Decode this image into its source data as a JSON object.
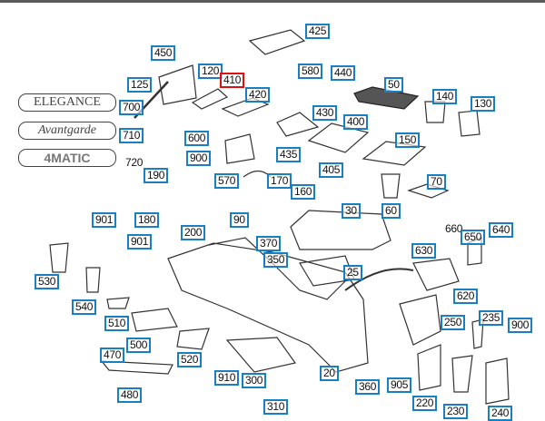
{
  "diagram": {
    "selected_part": "410",
    "emblems": [
      "ELEGANCE",
      "Avantgarde",
      "4MATIC"
    ],
    "callouts": [
      {
        "label": "425",
        "boxed": true
      },
      {
        "label": "450",
        "boxed": true
      },
      {
        "label": "120",
        "boxed": true
      },
      {
        "label": "410",
        "boxed": true,
        "selected": true
      },
      {
        "label": "580",
        "boxed": true
      },
      {
        "label": "440",
        "boxed": true
      },
      {
        "label": "125",
        "boxed": true
      },
      {
        "label": "700",
        "boxed": true
      },
      {
        "label": "420",
        "boxed": true
      },
      {
        "label": "50",
        "boxed": true
      },
      {
        "label": "140",
        "boxed": true
      },
      {
        "label": "130",
        "boxed": true
      },
      {
        "label": "430",
        "boxed": true
      },
      {
        "label": "400",
        "boxed": true
      },
      {
        "label": "710",
        "boxed": true
      },
      {
        "label": "600",
        "boxed": true
      },
      {
        "label": "435",
        "boxed": true
      },
      {
        "label": "150",
        "boxed": true
      },
      {
        "label": "720",
        "boxed": false
      },
      {
        "label": "900",
        "boxed": true
      },
      {
        "label": "405",
        "boxed": true
      },
      {
        "label": "190",
        "boxed": true
      },
      {
        "label": "570",
        "boxed": true
      },
      {
        "label": "170",
        "boxed": true
      },
      {
        "label": "160",
        "boxed": true
      },
      {
        "label": "70",
        "boxed": true
      },
      {
        "label": "180",
        "boxed": true
      },
      {
        "label": "90",
        "boxed": true
      },
      {
        "label": "30",
        "boxed": true
      },
      {
        "label": "60",
        "boxed": true
      },
      {
        "label": "901",
        "boxed": true
      },
      {
        "label": "200",
        "boxed": true
      },
      {
        "label": "370",
        "boxed": true
      },
      {
        "label": "660",
        "boxed": false
      },
      {
        "label": "650",
        "boxed": true
      },
      {
        "label": "640",
        "boxed": true
      },
      {
        "label": "901",
        "boxed": true
      },
      {
        "label": "630",
        "boxed": true
      },
      {
        "label": "350",
        "boxed": true
      },
      {
        "label": "530",
        "boxed": true
      },
      {
        "label": "25",
        "boxed": true
      },
      {
        "label": "540",
        "boxed": true
      },
      {
        "label": "620",
        "boxed": true
      },
      {
        "label": "510",
        "boxed": true
      },
      {
        "label": "235",
        "boxed": true
      },
      {
        "label": "250",
        "boxed": true
      },
      {
        "label": "900",
        "boxed": true
      },
      {
        "label": "500",
        "boxed": true
      },
      {
        "label": "470",
        "boxed": true
      },
      {
        "label": "520",
        "boxed": true
      },
      {
        "label": "910",
        "boxed": true
      },
      {
        "label": "20",
        "boxed": true
      },
      {
        "label": "300",
        "boxed": true
      },
      {
        "label": "360",
        "boxed": true
      },
      {
        "label": "905",
        "boxed": true
      },
      {
        "label": "480",
        "boxed": true
      },
      {
        "label": "220",
        "boxed": true
      },
      {
        "label": "230",
        "boxed": true
      },
      {
        "label": "240",
        "boxed": true
      },
      {
        "label": "310",
        "boxed": true
      }
    ]
  }
}
